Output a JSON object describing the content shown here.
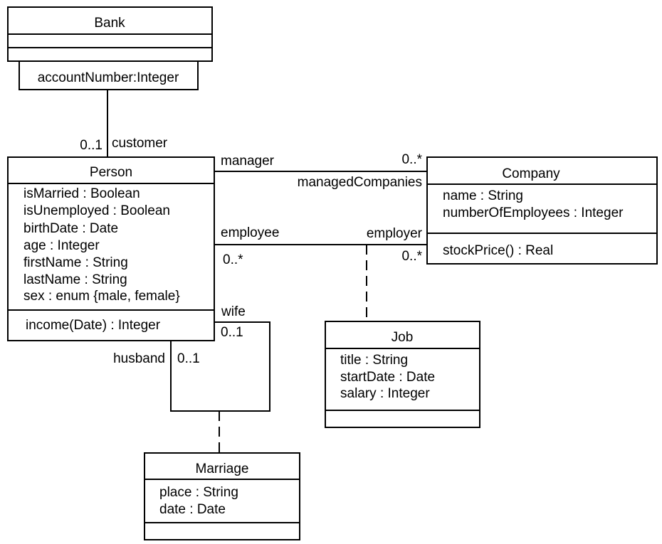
{
  "classes": {
    "bank": {
      "name": "Bank",
      "qualifier": "accountNumber:Integer"
    },
    "person": {
      "name": "Person",
      "attributes": [
        "isMarried : Boolean",
        "isUnemployed : Boolean",
        "birthDate : Date",
        "age : Integer",
        "firstName : String",
        "lastName : String",
        "sex : enum {male, female}"
      ],
      "operations": [
        "income(Date) : Integer"
      ]
    },
    "company": {
      "name": "Company",
      "attributes": [
        "name : String",
        "numberOfEmployees : Integer"
      ],
      "operations": [
        "stockPrice() : Real"
      ]
    },
    "job": {
      "name": "Job",
      "attributes": [
        "title : String",
        "startDate : Date",
        "salary : Integer"
      ]
    },
    "marriage": {
      "name": "Marriage",
      "attributes": [
        "place : String",
        "date : Date"
      ]
    }
  },
  "associations": {
    "bank_customer": {
      "multiplicity": "0..1",
      "role": "customer"
    },
    "management": {
      "manager_role": "manager",
      "managed_role": "managedCompanies",
      "managed_multiplicity": "0..*"
    },
    "employment": {
      "employee_role": "employee",
      "employee_multiplicity": "0..*",
      "employer_role": "employer",
      "employer_multiplicity": "0..*"
    },
    "marriage": {
      "wife_role": "wife",
      "wife_multiplicity": "0..1",
      "husband_role": "husband",
      "husband_multiplicity": "0..1"
    }
  }
}
